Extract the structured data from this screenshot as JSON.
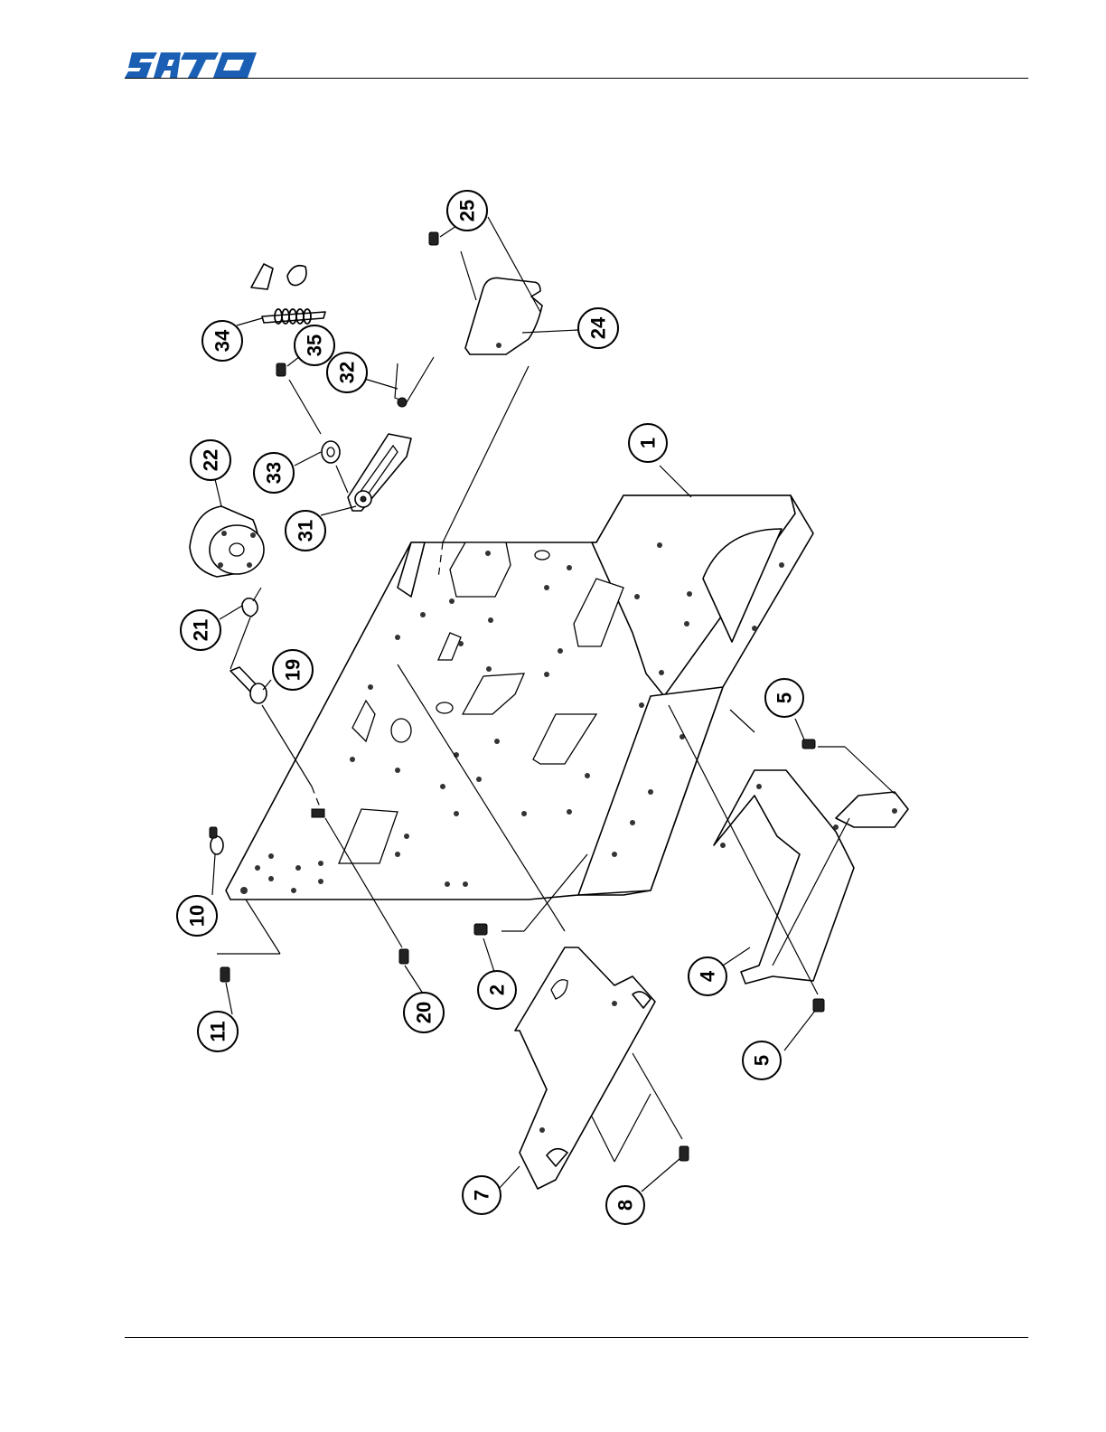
{
  "header": {
    "brand": "SATO",
    "brand_color": "#1a5fb4"
  },
  "diagram": {
    "callouts": [
      "1",
      "2",
      "4",
      "5",
      "5",
      "7",
      "8",
      "10",
      "11",
      "19",
      "20",
      "21",
      "22",
      "24",
      "25",
      "31",
      "32",
      "33",
      "34",
      "35"
    ]
  }
}
